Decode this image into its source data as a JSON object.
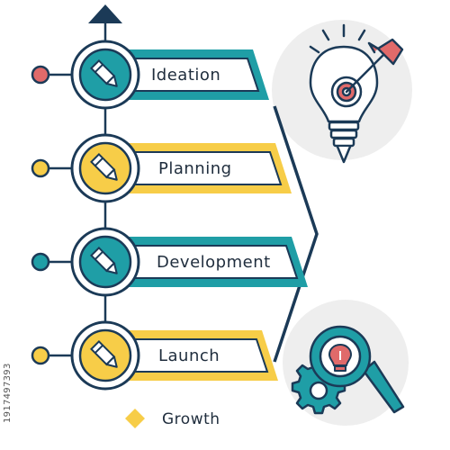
{
  "steps": [
    {
      "label": "Ideation",
      "color": "#1f9ea6",
      "dot": "#e06a6a",
      "icon": "pencil-icon"
    },
    {
      "label": "Planning",
      "color": "#f7cd48",
      "dot": "#f7cd48",
      "icon": "pencil-icon"
    },
    {
      "label": "Development",
      "color": "#1f9ea6",
      "dot": "#1f9ea6",
      "icon": "pencil-icon"
    },
    {
      "label": "Launch",
      "color": "#f7cd48",
      "dot": "#f7cd48",
      "icon": "pencil-icon"
    }
  ],
  "legend": {
    "label": "Growth",
    "color": "#f7cd48"
  },
  "colors": {
    "navy": "#1b3a57",
    "teal": "#1f9ea6",
    "yellow": "#f7cd48",
    "coral": "#e06a6a",
    "gray": "#eeeeee"
  },
  "illustrations": [
    "lightbulb-target-icon",
    "magnifier-gears-icon"
  ],
  "side_id": "1917497393"
}
